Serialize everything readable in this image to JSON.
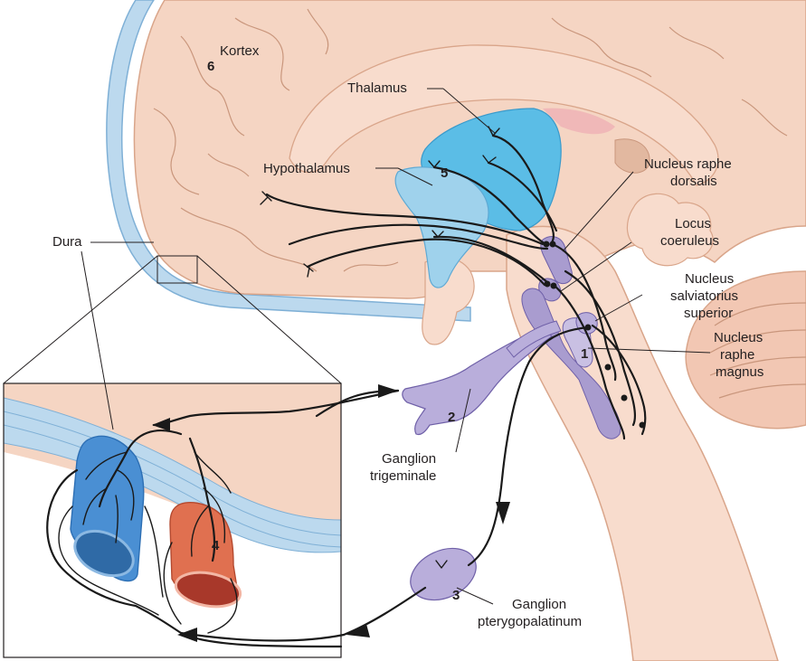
{
  "labels": {
    "kortex": "Kortex",
    "thalamus": "Thalamus",
    "hypothalamus": "Hypothalamus",
    "dura": "Dura",
    "raphe_dorsalis_1": "Nucleus raphe",
    "raphe_dorsalis_2": "dorsalis",
    "locus_1": "Locus",
    "locus_2": "coeruleus",
    "salviatorius_1": "Nucleus",
    "salviatorius_2": "salviatorius",
    "salviatorius_3": "superior",
    "raphe_magnus_1": "Nucleus",
    "raphe_magnus_2": "raphe",
    "raphe_magnus_3": "magnus",
    "ganglion_trig_1": "Ganglion",
    "ganglion_trig_2": "trigeminale",
    "ganglion_ptery_1": "Ganglion",
    "ganglion_ptery_2": "pterygopalatinum"
  },
  "numbers": {
    "n1": "1",
    "n2": "2",
    "n3": "3",
    "n4": "4",
    "n5": "5",
    "n6": "6"
  },
  "colors": {
    "brain": "#f5d5c3",
    "brain_outline": "#d9a58a",
    "meninges": "#bcd9ee",
    "meninges_outline": "#7fb0d6",
    "thalamus": "#5bbde6",
    "hypothalamus": "#9fd2ec",
    "nuclei": "#a99ccf",
    "vein": "#4a8fd3",
    "artery": "#e07050",
    "ganglion": "#b9aedb"
  }
}
